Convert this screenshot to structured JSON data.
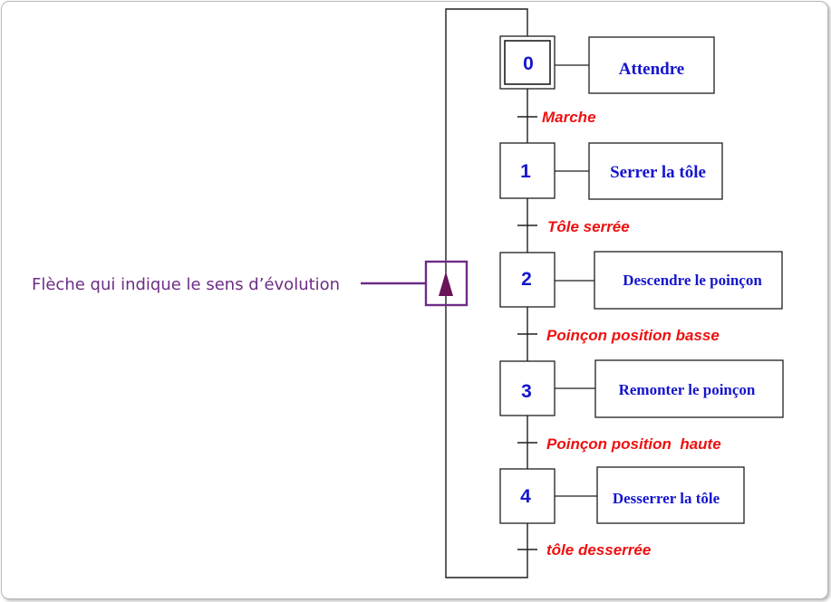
{
  "colors": {
    "line": "#1e1e1e",
    "step_number": "#1515cc",
    "action_text": "#1515cc",
    "transition_text": "#ee1010",
    "annotation": "#6c2d86",
    "arrow_fill": "#6b1357"
  },
  "steps": [
    {
      "number": "0",
      "initial": true,
      "action": "Attendre"
    },
    {
      "number": "1",
      "initial": false,
      "action": "Serrer la tôle"
    },
    {
      "number": "2",
      "initial": false,
      "action": "Descendre le poinçon"
    },
    {
      "number": "3",
      "initial": false,
      "action": "Remonter le poinçon"
    },
    {
      "number": "4",
      "initial": false,
      "action": "Desserrer la tôle"
    }
  ],
  "transitions": [
    {
      "label": "Marche"
    },
    {
      "label": "Tôle serrée"
    },
    {
      "label": "Poinçon position basse"
    },
    {
      "label": "Poinçon position  haute"
    },
    {
      "label": "tôle desserrée"
    }
  ],
  "annotation": {
    "text": "Flèche qui indique le sens d’évolution",
    "arrow_icon": "up-arrow-icon"
  }
}
